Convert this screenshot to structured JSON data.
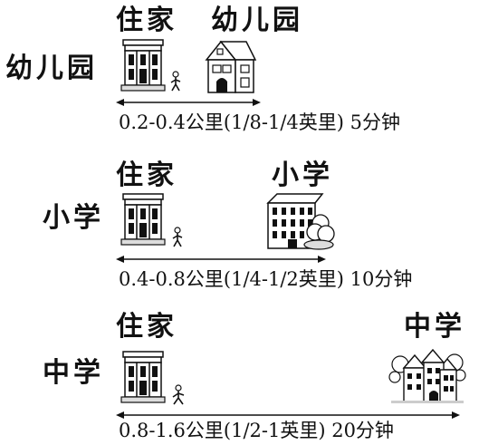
{
  "rows": [
    {
      "level": "幼儿园",
      "home_label": "住家",
      "school_label": "幼儿园",
      "distance": "0.2-0.4公里(1/8-1/4英里) 5分钟"
    },
    {
      "level": "小学",
      "home_label": "住家",
      "school_label": "小学",
      "distance": "0.4-0.8公里(1/4-1/2英里) 10分钟"
    },
    {
      "level": "中学",
      "home_label": "住家",
      "school_label": "中学",
      "distance": "0.8-1.6公里(1/2-1英里) 20分钟"
    }
  ],
  "icons": {
    "house": "house-icon",
    "child": "walking-child-icon",
    "kindergarten": "kindergarten-building-icon",
    "primary": "primary-school-building-icon",
    "middle": "middle-school-building-icon",
    "tree": "tree-icon"
  },
  "colors": {
    "ink": "#111111",
    "background": "#ffffff"
  }
}
